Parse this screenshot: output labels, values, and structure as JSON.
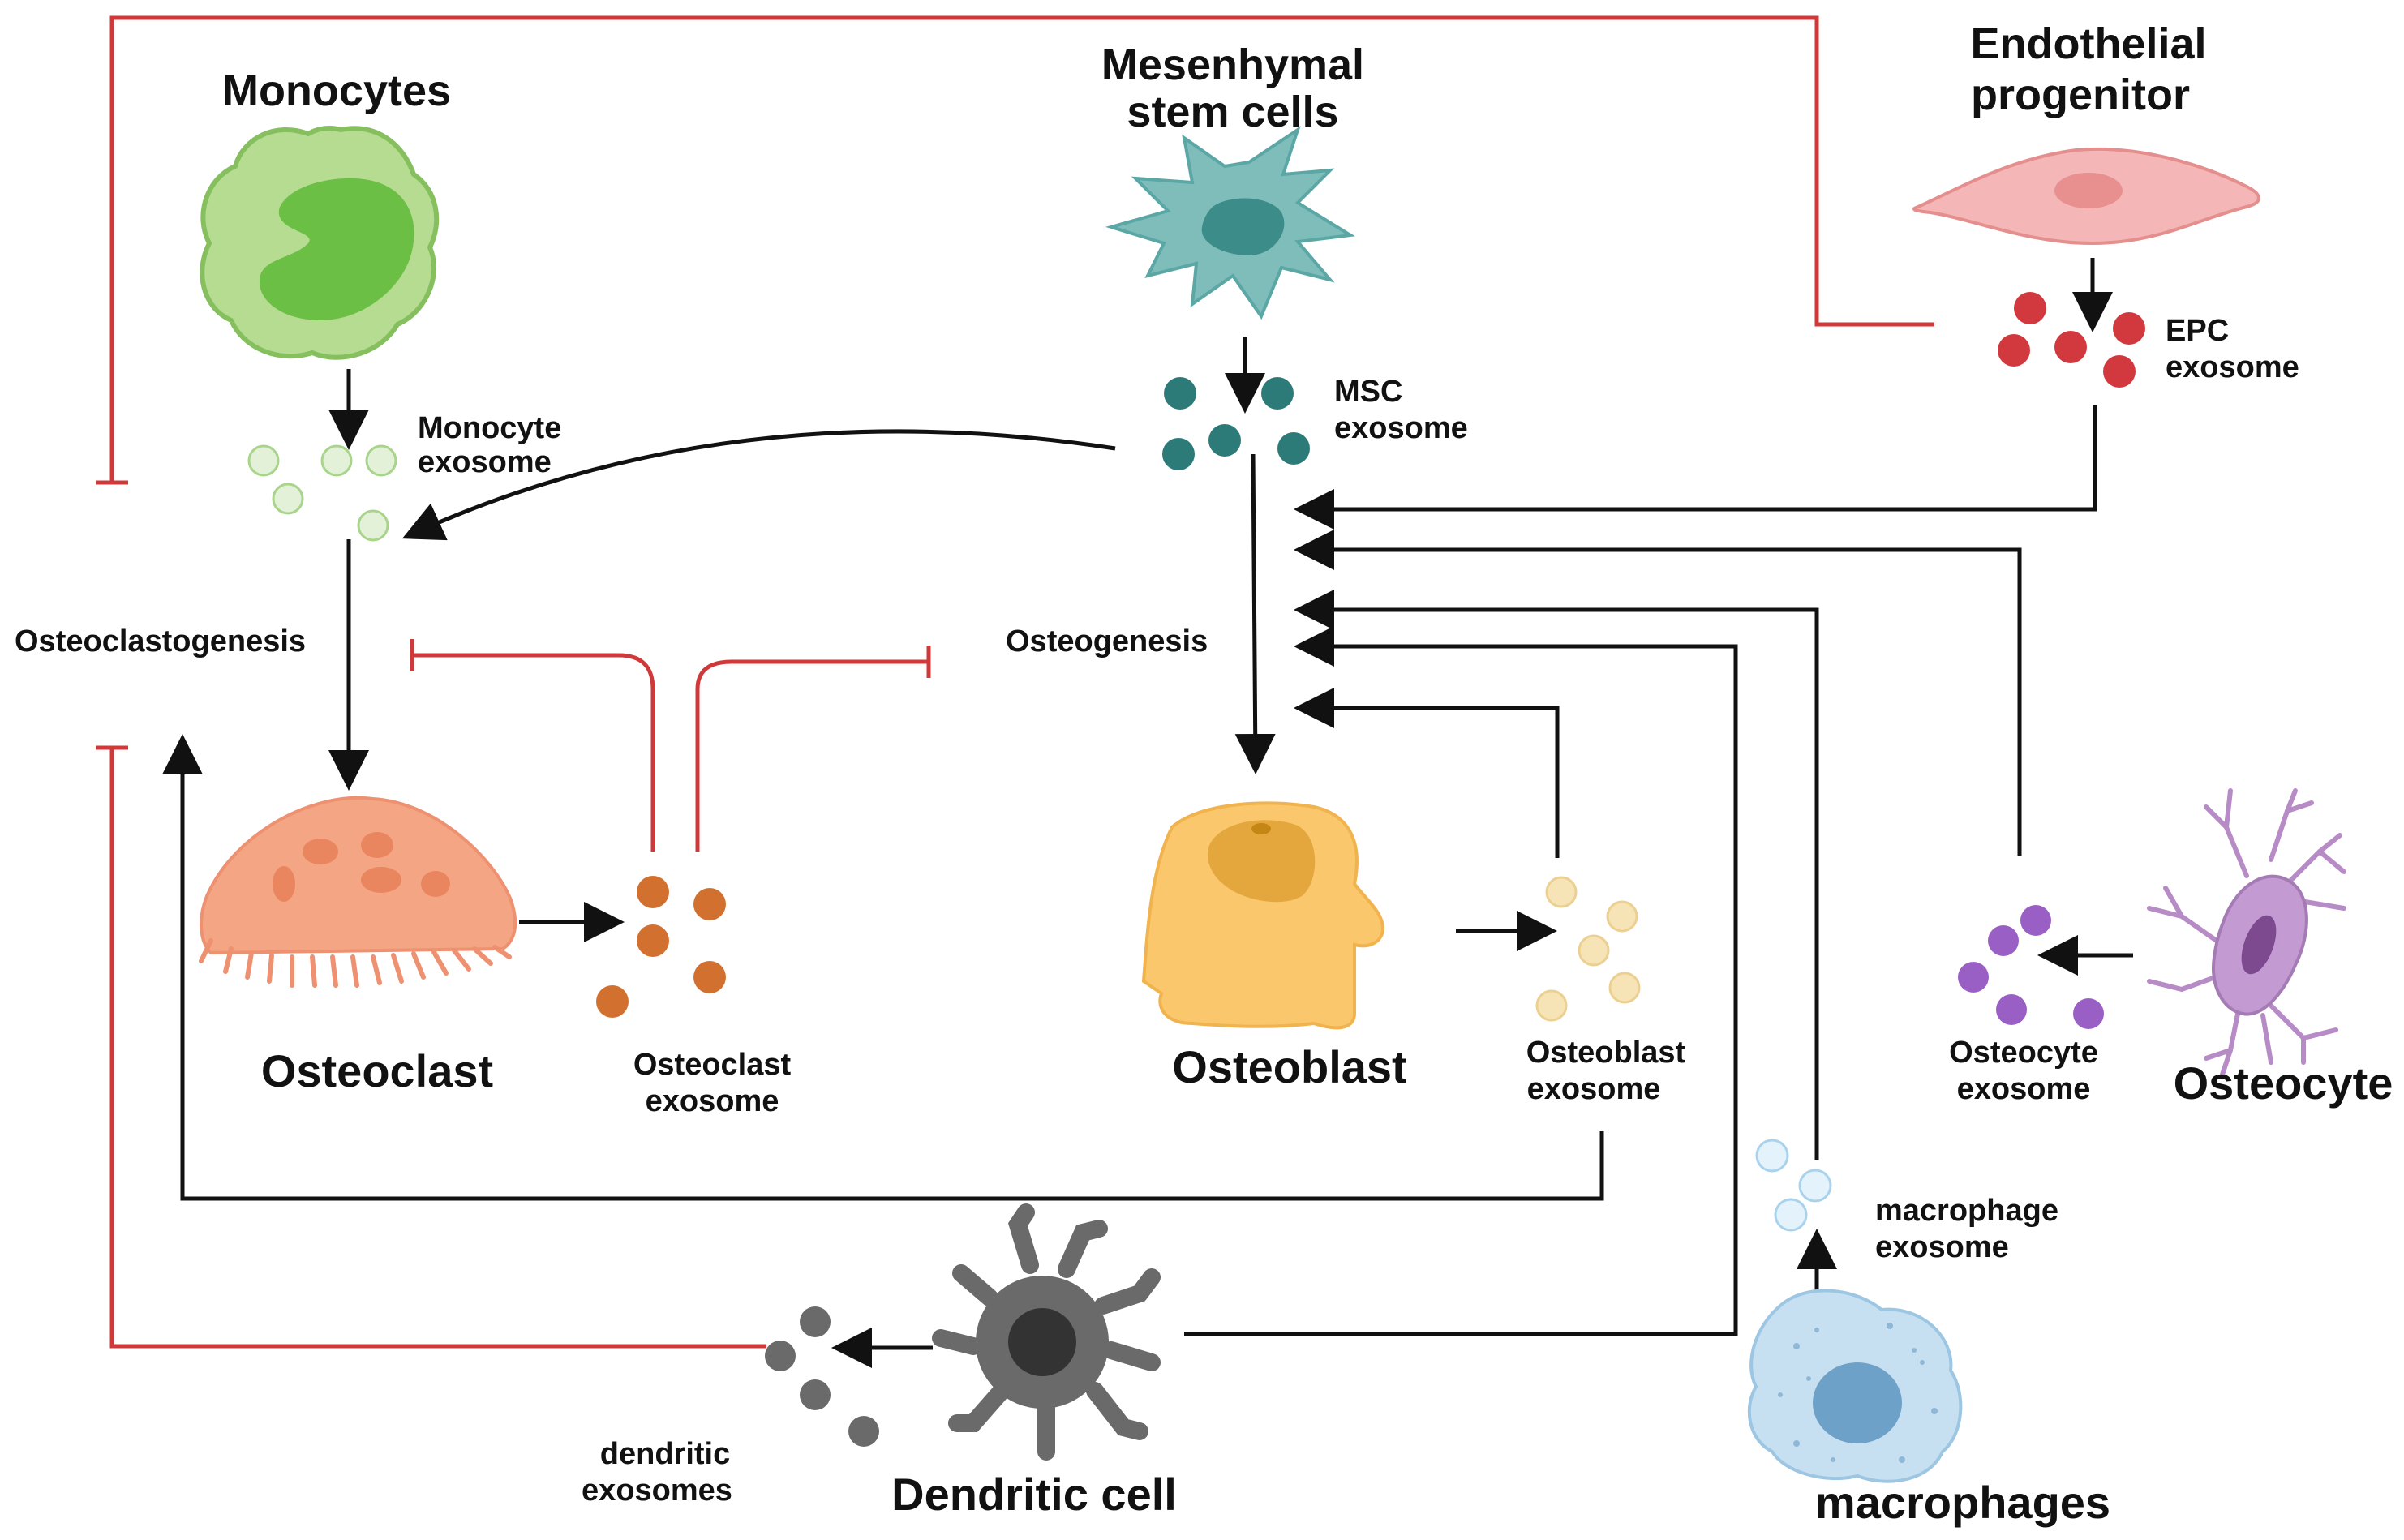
{
  "cells": {
    "monocytes": "Monocytes",
    "msc_line1": "Mesenhymal",
    "msc_line2": "stem cells",
    "endo_line1": "Endothelial",
    "endo_line2": "progenitor",
    "osteoclast": "Osteoclast",
    "osteoblast": "Osteoblast",
    "osteocyte": "Osteocyte",
    "dendritic": "Dendritic cell",
    "macrophages": "macrophages"
  },
  "exosomes": {
    "monocyte_1": "Monocyte",
    "monocyte_2": "exosome",
    "msc_1": "MSC",
    "msc_2": "exosome",
    "epc_1": "EPC",
    "epc_2": "exosome",
    "osteoclast_1": "Osteoclast",
    "osteoclast_2": "exosome",
    "osteoblast_1": "Osteoblast",
    "osteoblast_2": "exosome",
    "osteocyte_1": "Osteocyte",
    "osteocyte_2": "exosome",
    "macrophage_1": "macrophage",
    "macrophage_2": "exosome",
    "dendritic_1": "dendritic",
    "dendritic_2": "exosomes"
  },
  "processes": {
    "osteoclastogenesis": "Osteoclastogenesis",
    "osteogenesis": "Osteogenesis"
  },
  "colors": {
    "inhibit": "#d0393a",
    "promote": "#111111",
    "monocyte": "#8fcc6a",
    "msc": "#5aa7a5",
    "epc": "#f3b2b2",
    "osteoclast": "#f4a583",
    "osteoblast": "#fac76c",
    "osteocyte": "#b78bc6",
    "dendritic": "#6a6a6a",
    "macrophage": "#bfdbee"
  }
}
